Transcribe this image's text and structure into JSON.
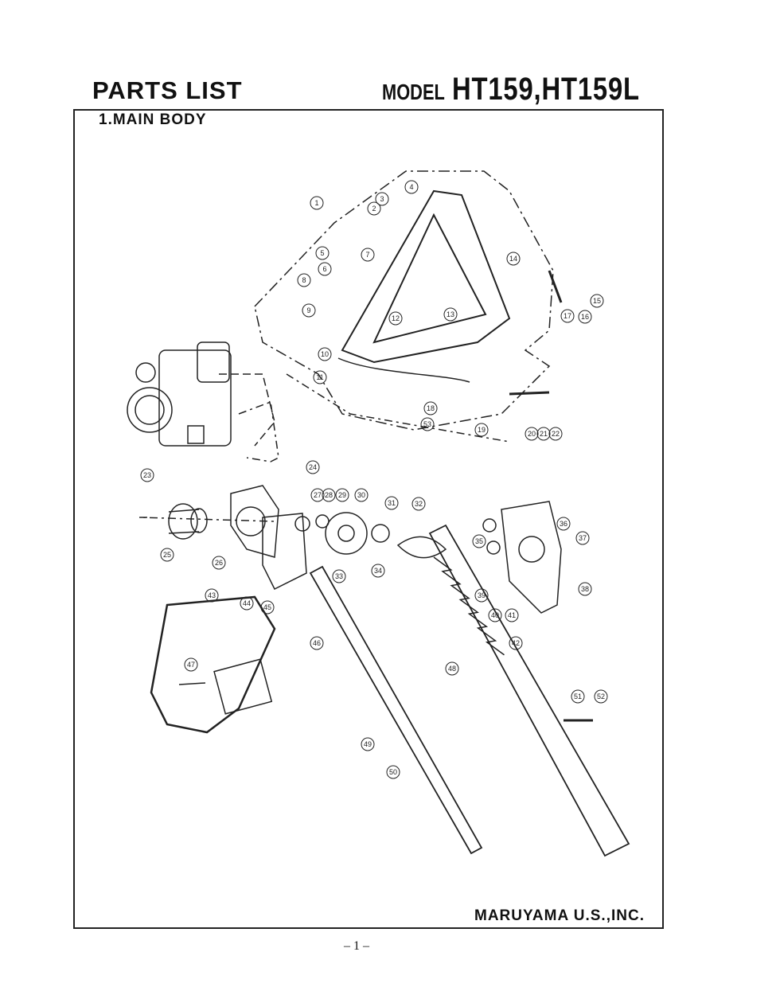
{
  "header": {
    "title": "PARTS LIST",
    "model_label": "MODEL",
    "model_number": "HT159,HT159L"
  },
  "section": {
    "label": "1.MAIN BODY"
  },
  "footer": {
    "company": "MARUYAMA U.S.,INC.",
    "page": "– 1 –"
  },
  "callouts": [
    "1",
    "2",
    "3",
    "4",
    "5",
    "6",
    "7",
    "8",
    "9",
    "10",
    "11",
    "12",
    "13",
    "14",
    "15",
    "16",
    "17",
    "18",
    "19",
    "20",
    "21",
    "22",
    "23",
    "24",
    "25",
    "26",
    "27",
    "28",
    "29",
    "30",
    "31",
    "32",
    "33",
    "34",
    "35",
    "36",
    "37",
    "38",
    "39",
    "40",
    "41",
    "42",
    "43",
    "44",
    "45",
    "46",
    "47",
    "48",
    "49",
    "50",
    "51",
    "52",
    "53"
  ]
}
